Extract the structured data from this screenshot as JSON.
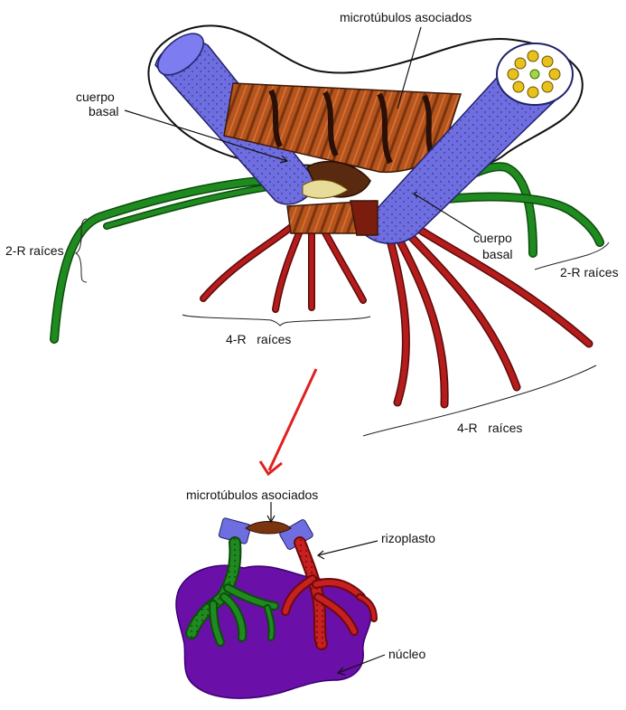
{
  "labels": {
    "microtubulos_top": "microtúbulos asociados",
    "cuerpo_basal_left_1": "cuerpo",
    "cuerpo_basal_left_2": "basal",
    "cuerpo_basal_right_1": "cuerpo",
    "cuerpo_basal_right_2": "basal",
    "raices_2r_left": "2-R raíces",
    "raices_2r_right": "2-R raíces",
    "raices_4r_left": "4-R   raíces",
    "raices_4r_right": "4-R   raíces",
    "microtubulos_bottom": "microtúbulos asociados",
    "rizoplasto": "rizoplasto",
    "nucleo": "núcleo"
  },
  "colors": {
    "basal_body": "#6f6ee0",
    "microtubule_band": "#b5541c",
    "microtubule_stripe": "#3a1808",
    "root_2r": "#1f8a1f",
    "root_4r": "#b51c1c",
    "nucleus": "#6a0fa8",
    "arrow": "#e02020",
    "triplets": "#e8c21a"
  }
}
